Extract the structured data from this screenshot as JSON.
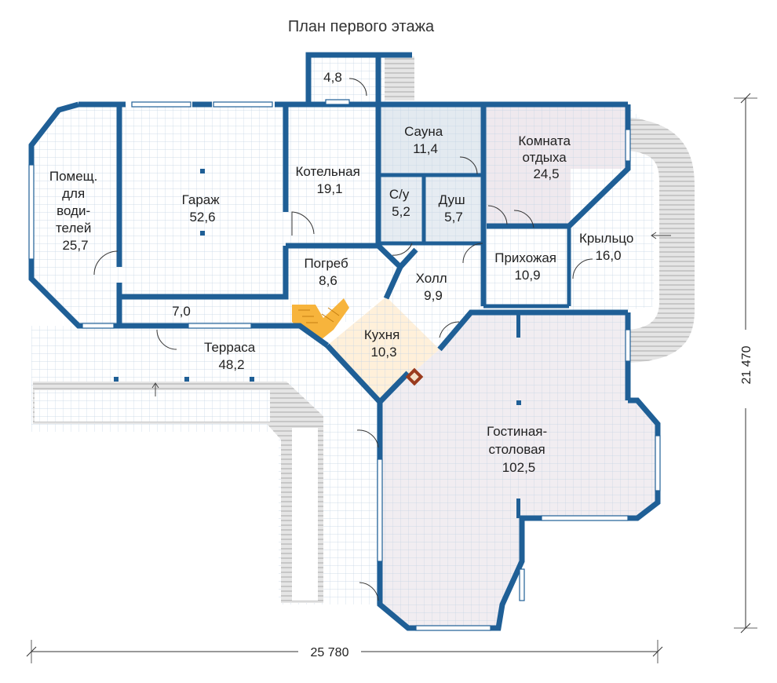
{
  "title": "План первого этажа",
  "rooms": [
    {
      "name": "Помещ. для водителей",
      "lines": [
        "Помещ.",
        "для",
        "води-",
        "телей",
        "25,7"
      ]
    },
    {
      "name": "Гараж",
      "lines": [
        "Гараж",
        "52,6"
      ]
    },
    {
      "name": "Котельная",
      "lines": [
        "Котельная",
        "19,1"
      ]
    },
    {
      "name": "Сауна",
      "lines": [
        "Сауна",
        "11,4"
      ]
    },
    {
      "name": "Комната отдыха",
      "lines": [
        "Комната",
        "отдыха",
        "24,5"
      ]
    },
    {
      "name": "С/у",
      "lines": [
        "С/у",
        "5,2"
      ]
    },
    {
      "name": "Душ",
      "lines": [
        "Душ",
        "5,7"
      ]
    },
    {
      "name": "Крыльцо",
      "lines": [
        "Крыльцо",
        "16,0"
      ]
    },
    {
      "name": "Прихожая",
      "lines": [
        "Прихожая",
        "10,9"
      ]
    },
    {
      "name": "Погреб",
      "lines": [
        "Погреб",
        "8,6"
      ]
    },
    {
      "name": "Холл",
      "lines": [
        "Холл",
        "9,9"
      ]
    },
    {
      "name": "Кухня",
      "lines": [
        "Кухня",
        "10,3"
      ]
    },
    {
      "name": "Терраса",
      "lines": [
        "Терраса",
        "48,2"
      ]
    },
    {
      "name": "Гостиная-столовая",
      "lines": [
        "Гостиная-",
        "столовая",
        "102,5"
      ]
    }
  ],
  "small_areas": [
    "4,8",
    "7,0"
  ],
  "dimensions": {
    "width": "25 780",
    "height": "21 470"
  },
  "colors": {
    "wall": "#1f5f96",
    "grid_line": "#c4d4e4",
    "floor_white": "#ffffff",
    "sauna_fill": "#e3eaf0",
    "bath_fill": "#e6ecf2",
    "rest_room_fill": "#efe9ee",
    "living_fill": "#f1edf1",
    "kitchen_fill": "#fff0da",
    "stairs_fill": "#f7b43c",
    "steps_fill": "#e5e5e5",
    "fireplace": "#9a3b1e"
  },
  "icons": [
    "door-swing-icon",
    "staircase-icon",
    "fireplace-icon",
    "arrow-icon"
  ]
}
